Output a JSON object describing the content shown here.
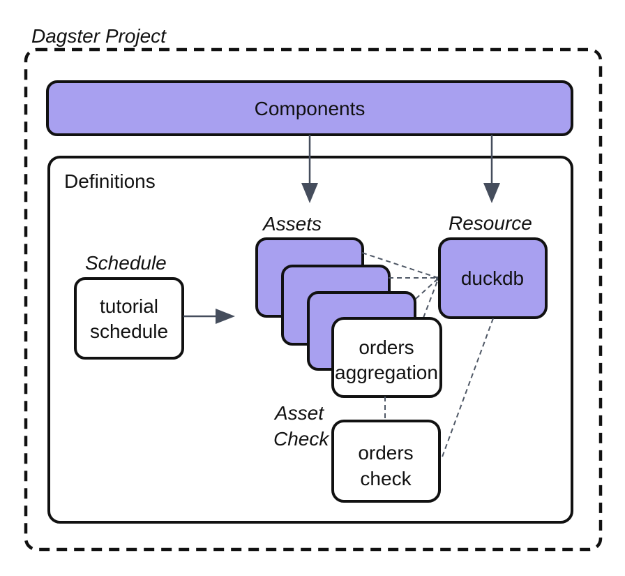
{
  "title": "Dagster Project",
  "colors": {
    "purple": "#A8A0F0",
    "border": "#111111",
    "arrow": "#454D5C",
    "connector": "#4E5765"
  },
  "components_bar": {
    "label": "Components"
  },
  "definitions_box": {
    "label": "Definitions"
  },
  "labels": {
    "schedule": "Schedule",
    "assets": "Assets",
    "resource": "Resource",
    "asset_check_line1": "Asset",
    "asset_check_line2": "Check"
  },
  "nodes": {
    "tutorial_schedule": {
      "lines": [
        "tutorial",
        "schedule"
      ]
    },
    "orders_aggregation": {
      "lines": [
        "orders",
        "aggregation"
      ]
    },
    "orders_check": {
      "lines": [
        "orders",
        "check"
      ]
    },
    "duckdb": {
      "label": "duckdb"
    },
    "assets_stack_count": 3
  },
  "connections": [
    {
      "from": "components",
      "to": "assets",
      "style": "solid-arrow"
    },
    {
      "from": "components",
      "to": "resource",
      "style": "solid-arrow"
    },
    {
      "from": "tutorial_schedule",
      "to": "assets",
      "style": "solid-arrow"
    },
    {
      "from": "asset-1",
      "to": "duckdb",
      "style": "dashed"
    },
    {
      "from": "asset-2",
      "to": "duckdb",
      "style": "dashed"
    },
    {
      "from": "asset-3",
      "to": "duckdb",
      "style": "dashed"
    },
    {
      "from": "orders_aggregation",
      "to": "duckdb",
      "style": "dashed"
    },
    {
      "from": "orders_aggregation",
      "to": "orders_check",
      "style": "dashed"
    },
    {
      "from": "duckdb",
      "to": "orders_check",
      "style": "dashed"
    }
  ]
}
